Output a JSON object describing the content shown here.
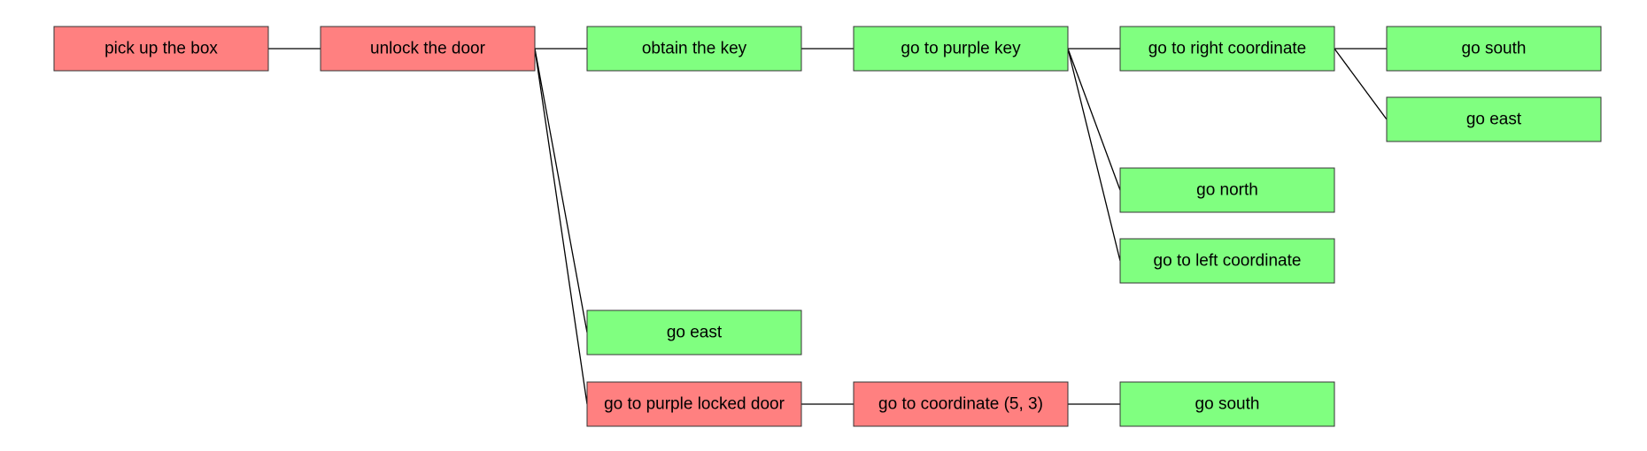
{
  "colors": {
    "failed": "#ff8080",
    "success": "#80ff80"
  },
  "nodes": [
    {
      "id": "n1",
      "label": "pick up the box",
      "status": "failed"
    },
    {
      "id": "n2",
      "label": "unlock the door",
      "status": "failed"
    },
    {
      "id": "n3",
      "label": "obtain the key",
      "status": "success"
    },
    {
      "id": "n4",
      "label": "go to purple key",
      "status": "success"
    },
    {
      "id": "n5",
      "label": "go to right coordinate",
      "status": "success"
    },
    {
      "id": "n6",
      "label": "go south",
      "status": "success"
    },
    {
      "id": "n7",
      "label": "go east",
      "status": "success"
    },
    {
      "id": "n8",
      "label": "go north",
      "status": "success"
    },
    {
      "id": "n9",
      "label": "go to left coordinate",
      "status": "success"
    },
    {
      "id": "n10",
      "label": "go east",
      "status": "success"
    },
    {
      "id": "n11",
      "label": "go to purple locked door",
      "status": "failed"
    },
    {
      "id": "n12",
      "label": "go to coordinate (5, 3)",
      "status": "failed"
    },
    {
      "id": "n13",
      "label": "go south",
      "status": "success"
    }
  ],
  "edges": [
    [
      "n1",
      "n2"
    ],
    [
      "n2",
      "n3"
    ],
    [
      "n2",
      "n10"
    ],
    [
      "n2",
      "n11"
    ],
    [
      "n3",
      "n4"
    ],
    [
      "n4",
      "n5"
    ],
    [
      "n4",
      "n8"
    ],
    [
      "n4",
      "n9"
    ],
    [
      "n5",
      "n6"
    ],
    [
      "n5",
      "n7"
    ],
    [
      "n11",
      "n12"
    ],
    [
      "n12",
      "n13"
    ]
  ]
}
